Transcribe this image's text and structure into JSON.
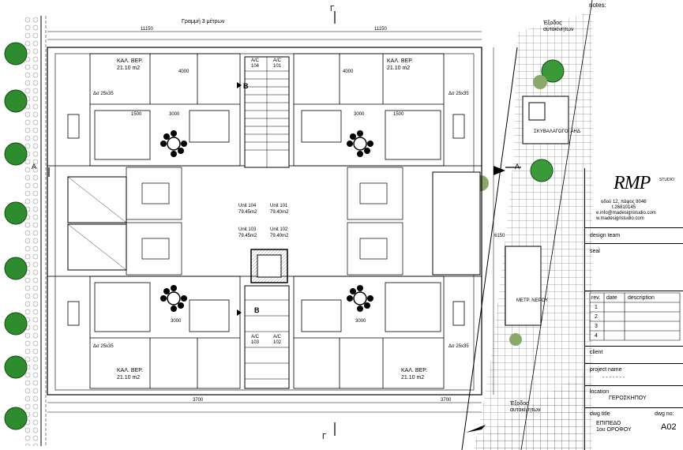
{
  "notes_label": "notes:",
  "plan_labels": {
    "setback_line": "Γραμμή 3 μέτρων",
    "parking_exit_top": "Έξοδος αυτοκίνητων",
    "parking_exit_bottom": "Έξοδος αυτοκίνητων",
    "section_a_left": "A",
    "section_a_right": "A",
    "section_b_top": "B",
    "section_b_bottom": "B",
    "section_g_top": "Γ",
    "section_g_bottom": "Γ",
    "bedroom_tl": "ΚΑΛ. ΒΕΡ.",
    "bedroom_tl_area": "21.10 m2",
    "bedroom_tr": "ΚΑΛ. ΒΕΡ.",
    "bedroom_tr_area": "21.10 m2",
    "bedroom_bl": "ΚΑΛ. ΒΕΡ.",
    "bedroom_bl_area": "21.10 m2",
    "bedroom_br": "ΚΑΛ. ΒΕΡ.",
    "bedroom_br_area": "21.10 m2",
    "ac_tl": "A/C 104",
    "ac_tr": "A/C 101",
    "ac_bl": "A/C 103",
    "ac_br": "A/C 102",
    "unit_104": "Unit 104",
    "unit_101": "Unit 101",
    "unit_103": "Unit 103",
    "unit_102": "Unit 102",
    "unit_area_104": "79.45m2",
    "unit_area_101": "79.40m2",
    "unit_area_103": "79.45m2",
    "unit_area_102": "79.40m2",
    "room_size_tl": "Δσ 25x35",
    "room_size_tr": "Δσ 25x35",
    "room_size_bl": "Δσ 25x35",
    "room_size_br": "Δσ 25x35",
    "meter_label": "ΜΕΤΡ. ΝΕΡΟΥ",
    "tank_label": "ΣΚΥΒΑΛΑΓΩΓΟΙ ΑΗΔ",
    "dim_top_left": "11150",
    "dim_top_right": "11150",
    "dim_right": "6150",
    "dim_a": "3000",
    "dim_b": "1500",
    "dim_c": "4000",
    "dim_d": "3700"
  },
  "title_block": {
    "logo_text": "RMP",
    "logo_sub": "STUDIO",
    "address_line1": "οδού 12, πάφος 8046",
    "address_line2": "t.26810145",
    "email_line": "e.info@madesignstudio.com",
    "web_line": "w.madesignstudio.com",
    "design_team_label": "design team",
    "seal_label": "seal",
    "rev_header": "rev.",
    "date_header": "date",
    "description_header": "description",
    "rev_rows": [
      "1",
      "2",
      "3",
      "4"
    ],
    "client_label": "client",
    "project_name_label": "project name",
    "project_name_value": "- - - - - - -",
    "location_label": "location",
    "location_value": "ΓΕΡΟΣΚΗΠΟΥ",
    "dwg_title_label": "dwg title",
    "dwg_no_label": "dwg no:",
    "dwg_title_value1": "ΕΠΙΠΕΔΟ",
    "dwg_title_value2": "1ου ΟΡΟΦΟΥ",
    "dwg_no_value": "A02"
  }
}
